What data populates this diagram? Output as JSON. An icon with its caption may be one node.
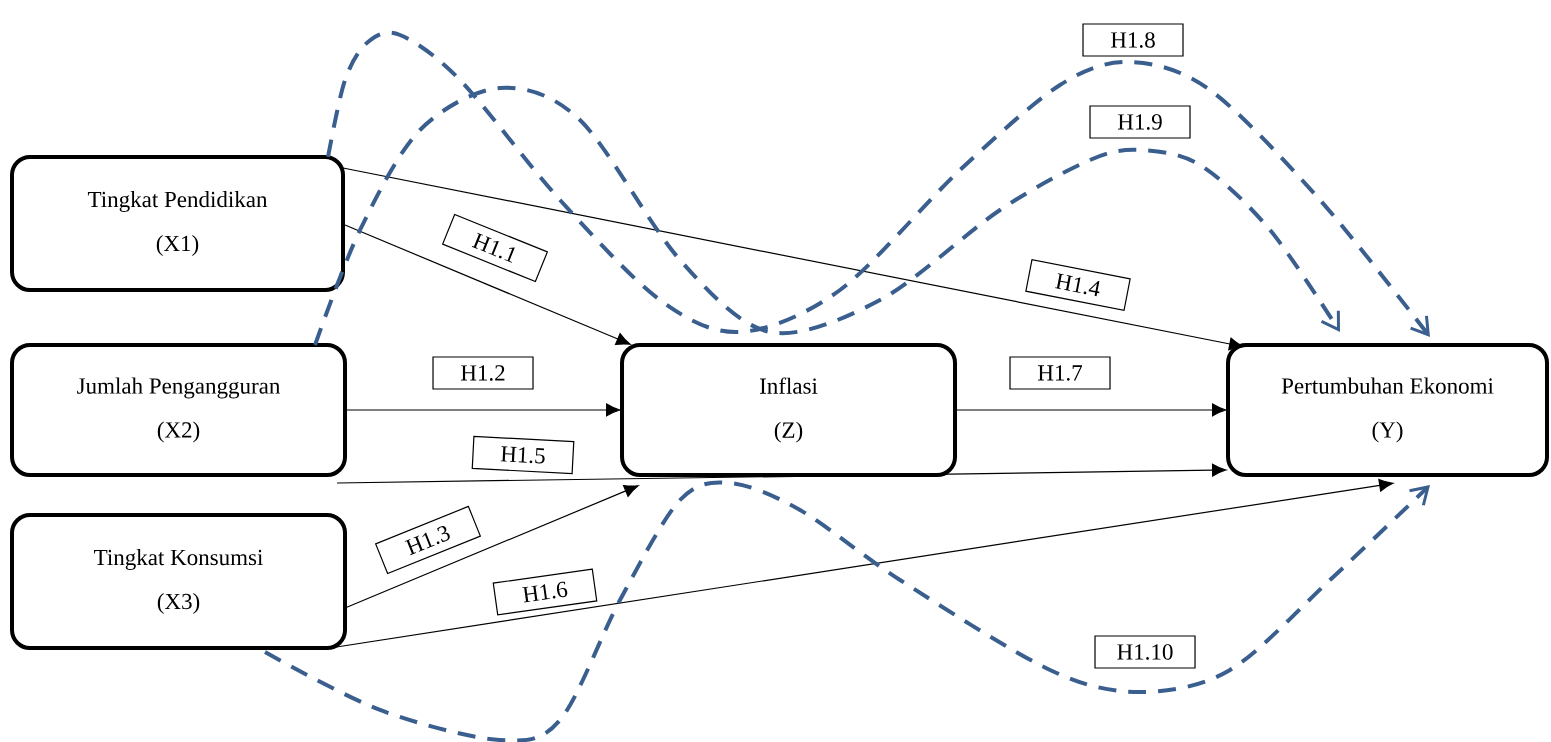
{
  "diagram": {
    "nodes": [
      {
        "text": [
          "Tingkat Pendidikan",
          "(X1)"
        ]
      },
      {
        "text": [
          "Jumlah Pengangguran",
          "(X2)"
        ]
      },
      {
        "text": [
          "Tingkat Konsumsi",
          "(X3)"
        ]
      },
      {
        "text": [
          "Inflasi",
          "(Z)"
        ]
      },
      {
        "text": [
          "Pertumbuhan Ekonomi",
          "(Y)"
        ]
      }
    ],
    "edges": [
      {
        "from": 0,
        "to": 3,
        "arrow": "to",
        "label": "H1.1"
      },
      {
        "from": 1,
        "to": 3,
        "arrow": "to",
        "label": "H1.2"
      },
      {
        "from": 2,
        "to": 3,
        "arrow": "to",
        "label": "H1.3"
      },
      {
        "from": 0,
        "to": 4,
        "arrow": "to",
        "label": "H1.4"
      },
      {
        "from": 1,
        "to": 4,
        "arrow": "to",
        "label": "H1.5"
      },
      {
        "from": 2,
        "to": 4,
        "arrow": "to",
        "label": "H1.6"
      },
      {
        "from": 3,
        "to": 4,
        "arrow": "to",
        "label": "H1.7"
      },
      {
        "from": 0,
        "to": 4,
        "arrow": "to",
        "label": "H1.8",
        "style": "dashed",
        "color": "#3a5f8f"
      },
      {
        "from": 1,
        "to": 4,
        "arrow": "to",
        "label": "H1.9",
        "style": "dashed",
        "color": "#3a5f8f"
      },
      {
        "from": 2,
        "to": 4,
        "arrow": "to",
        "label": "H1.10",
        "style": "dashed",
        "color": "#3a5f8f"
      }
    ]
  }
}
